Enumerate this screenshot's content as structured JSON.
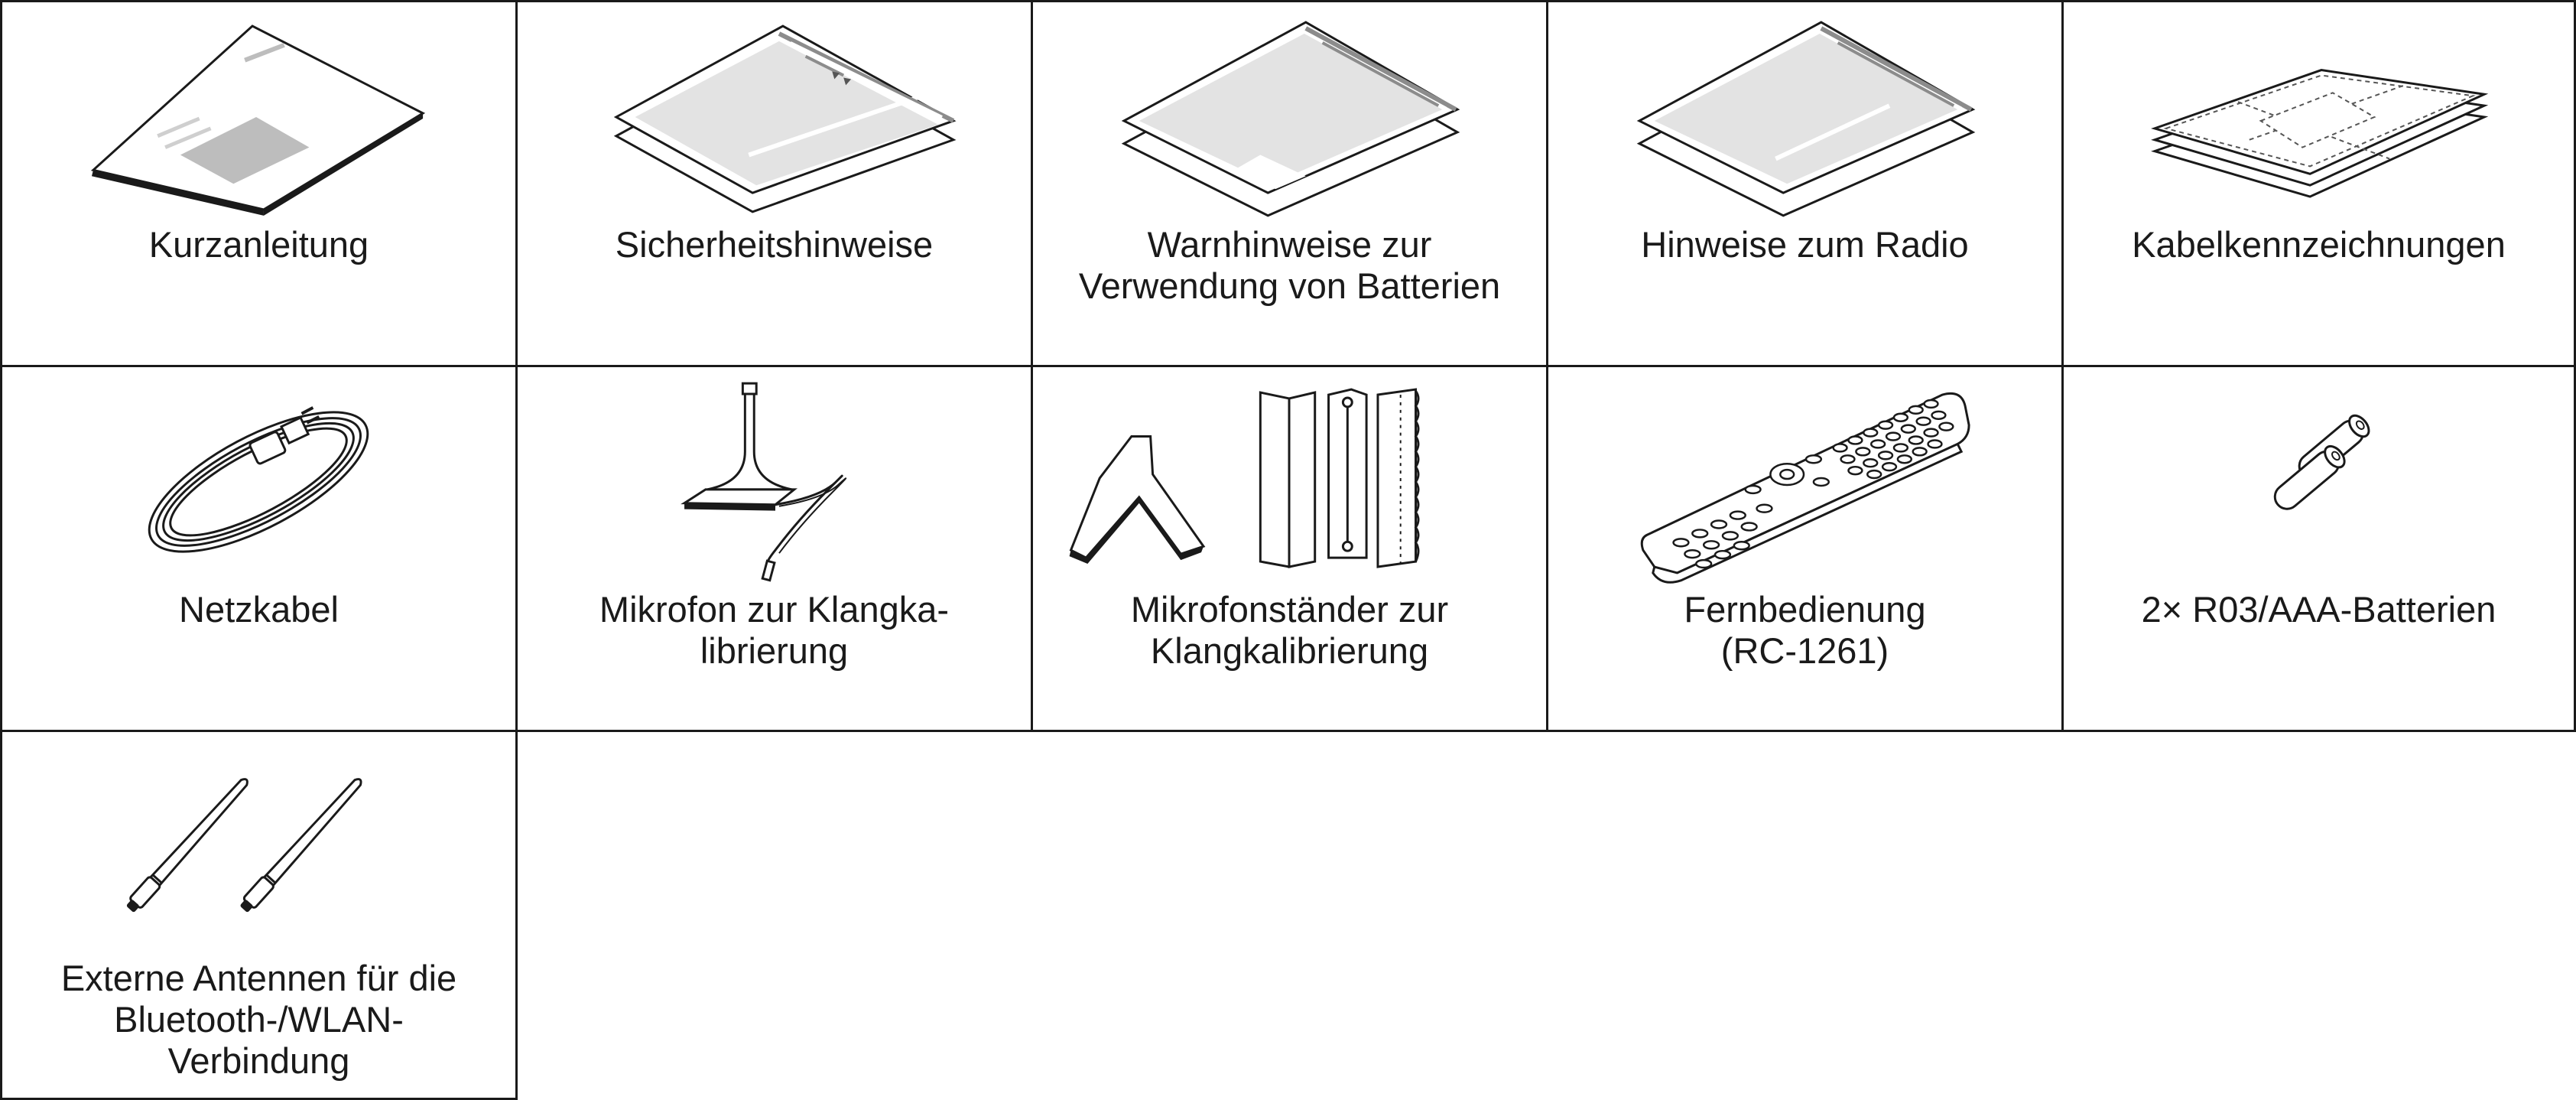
{
  "items": [
    {
      "label": "Kurzanleitung",
      "icon": "quick-guide-icon"
    },
    {
      "label": "Sicherheitshinweise",
      "icon": "safety-instructions-icon"
    },
    {
      "label": "Warnhinweise zur\nVerwendung von Batterien",
      "icon": "battery-warnings-icon"
    },
    {
      "label": "Hinweise zum Radio",
      "icon": "radio-notes-icon"
    },
    {
      "label": "Kabelkennzeichnungen",
      "icon": "cable-labels-icon"
    },
    {
      "label": "Netzkabel",
      "icon": "power-cord-icon"
    },
    {
      "label": "Mikrofon zur Klangka-\nlibrierung",
      "icon": "calibration-microphone-icon"
    },
    {
      "label": "Mikrofonständer zur\nKlangkalibrierung",
      "icon": "microphone-stand-icon"
    },
    {
      "label": "Fernbedienung\n(RC-1261)",
      "icon": "remote-control-icon"
    },
    {
      "label": "2× R03/AAA-Batterien",
      "icon": "batteries-icon"
    },
    {
      "label": "Externe Antennen für die\nBluetooth-/WLAN-\nVerbindung",
      "icon": "external-antennas-icon"
    }
  ]
}
